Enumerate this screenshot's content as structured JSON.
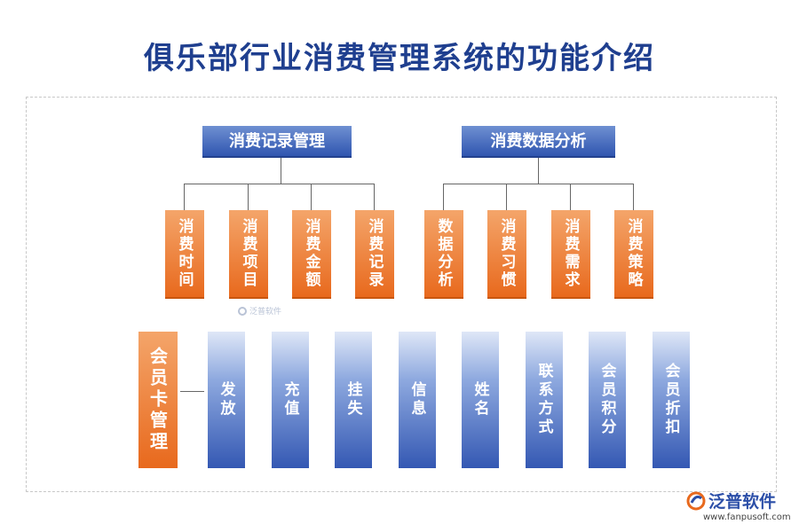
{
  "title": "俱乐部行业消费管理系统的功能介绍",
  "consumption_record": {
    "label": "消费记录管理",
    "children": [
      "消费时间",
      "消费项目",
      "消费金额",
      "消费记录"
    ]
  },
  "consumption_analysis": {
    "label": "消费数据分析",
    "children": [
      "数据分析",
      "消费习惯",
      "消费需求",
      "消费策略"
    ]
  },
  "member_card": {
    "label": "会员卡管理",
    "items": [
      "发放",
      "充值",
      "挂失",
      "信息",
      "姓名",
      "联系方式",
      "会员积分",
      "会员折扣"
    ]
  },
  "watermark_small": "泛普软件",
  "brand": {
    "name": "泛普软件",
    "url": "www.fanpusoft.com"
  },
  "colors": {
    "title": "#1f3f8f",
    "blue": "#2f55b0",
    "orange": "#e8691d"
  }
}
